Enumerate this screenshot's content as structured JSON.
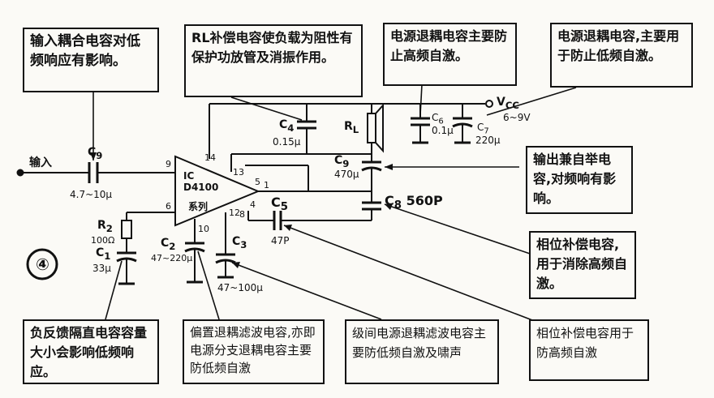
{
  "figure_number": "④",
  "annotations": {
    "input_coupling": "输入耦合电容对低频响应有影响。",
    "rl_compensation": "RL补偿电容使负载为阻性有保护功放管及消振作用。",
    "supply_decoupling_hf": "电源退耦电容主要防止高频自激。",
    "supply_decoupling_lf": "电源退耦电容,主要用于防止低频自激。",
    "output_bootstrap": "输出兼自举电容,对频响有影响。",
    "phase_compensation_c8": "相位补偿电容,用于消除高频自激。",
    "feedback_cap": "负反馈隔直电容容量大小会影响低频响应。",
    "bias_decoupling": "偏置退耦滤波电容,亦即电源分支退耦电容主要防低频自激",
    "interstage_decoupling": "级间电源退耦滤波电容主要防低频自激及啸声",
    "phase_compensation_c5": "相位补偿电容用于防高频自激"
  },
  "circuit": {
    "input_label": "输入",
    "ic_label": "IC",
    "ic_model": "D4100",
    "ic_series": "系列",
    "vcc_label": "V",
    "vcc_sub": "CC",
    "vcc_range": "6~9V",
    "load_label": "R",
    "load_sub": "L",
    "components": {
      "c9_in": {
        "name": "C",
        "sub": "9",
        "value": "4.7~10μ"
      },
      "c4": {
        "name": "C",
        "sub": "4",
        "value": "0.15μ"
      },
      "c6": {
        "name": "C",
        "sub": "6",
        "value": "0.1μ"
      },
      "c7": {
        "name": "C",
        "sub": "7",
        "value": "220μ"
      },
      "c9_out": {
        "name": "C",
        "sub": "9",
        "value": "470μ"
      },
      "c8": {
        "name": "C",
        "sub": "8",
        "value": "560P"
      },
      "c5": {
        "name": "C",
        "sub": "5",
        "value": "47P"
      },
      "r2": {
        "name": "R",
        "sub": "2",
        "value": "100Ω"
      },
      "c1": {
        "name": "C",
        "sub": "1",
        "value": "33μ"
      },
      "c2": {
        "name": "C",
        "sub": "2",
        "value": "47~220μ"
      },
      "c3": {
        "name": "C",
        "sub": "3",
        "value": "47~100μ"
      }
    },
    "pins": {
      "p9": "9",
      "p14": "14",
      "p13": "13",
      "p5": "5",
      "p1": "1",
      "p6": "6",
      "p10": "10",
      "p12": "12",
      "p4": "4",
      "p8": "8"
    }
  }
}
